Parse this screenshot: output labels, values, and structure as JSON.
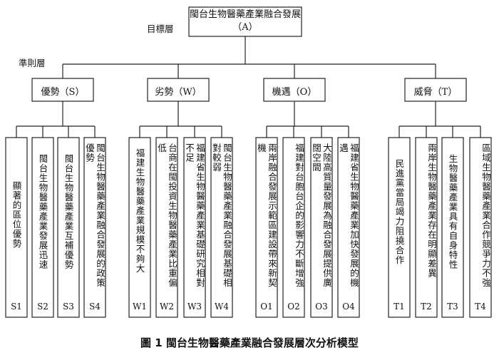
{
  "diagram": {
    "levels": {
      "goal_label": "目標層",
      "criteria_label": "準則層"
    },
    "goal": {
      "line1": "閩台生物醫藥產業融合發展",
      "line2": "（A）"
    },
    "groups": [
      {
        "label": "優勢（S）",
        "items": [
          {
            "text": "顯著的區位優勢",
            "code": "S1"
          },
          {
            "text": "閩台生物醫藥產業發展迅速",
            "code": "S2"
          },
          {
            "text": "閩台生物醫藥產業互補優勢",
            "code": "S3"
          },
          {
            "text": "閩台生物醫藥產業融合發展的政策優勢",
            "code": "S4"
          }
        ]
      },
      {
        "label": "劣勢（W）",
        "items": [
          {
            "text": "福建生物醫藥產業規模不夠大",
            "code": "W1"
          },
          {
            "text": "台商在閩投資生物醫藥產業比重偏低",
            "code": "W2"
          },
          {
            "text": "福建省生物醫藥產業基礎研究相對不足",
            "code": "W3"
          },
          {
            "text": "閩台生物醫藥產業融合發展基礎相對較弱",
            "code": "W4"
          }
        ]
      },
      {
        "label": "機遇（O）",
        "items": [
          {
            "text": "兩岸融合發展示範區建設帶來新契機",
            "code": "O1"
          },
          {
            "text": "福建對台胞台企的影響力不斷增強",
            "code": "O2"
          },
          {
            "text": "大陸高質量發展為融合發展提供廣闊空間",
            "code": "O3"
          },
          {
            "text": "福建省生物醫藥產業加快發展的機遇",
            "code": "O4"
          }
        ]
      },
      {
        "label": "威脅（T）",
        "items": [
          {
            "text": "民進黨當局竭力阻撓合作",
            "code": "T1"
          },
          {
            "text": "兩岸生物醫藥產業存在明顯差異",
            "code": "T2"
          },
          {
            "text": "生物醫藥產業具有自身特性",
            "code": "T3"
          },
          {
            "text": "區域生物醫藥產業合作競爭力不強",
            "code": "T4"
          }
        ]
      }
    ],
    "caption": "圖 1 閩台生物醫藥產業融合發展層次分析模型"
  }
}
